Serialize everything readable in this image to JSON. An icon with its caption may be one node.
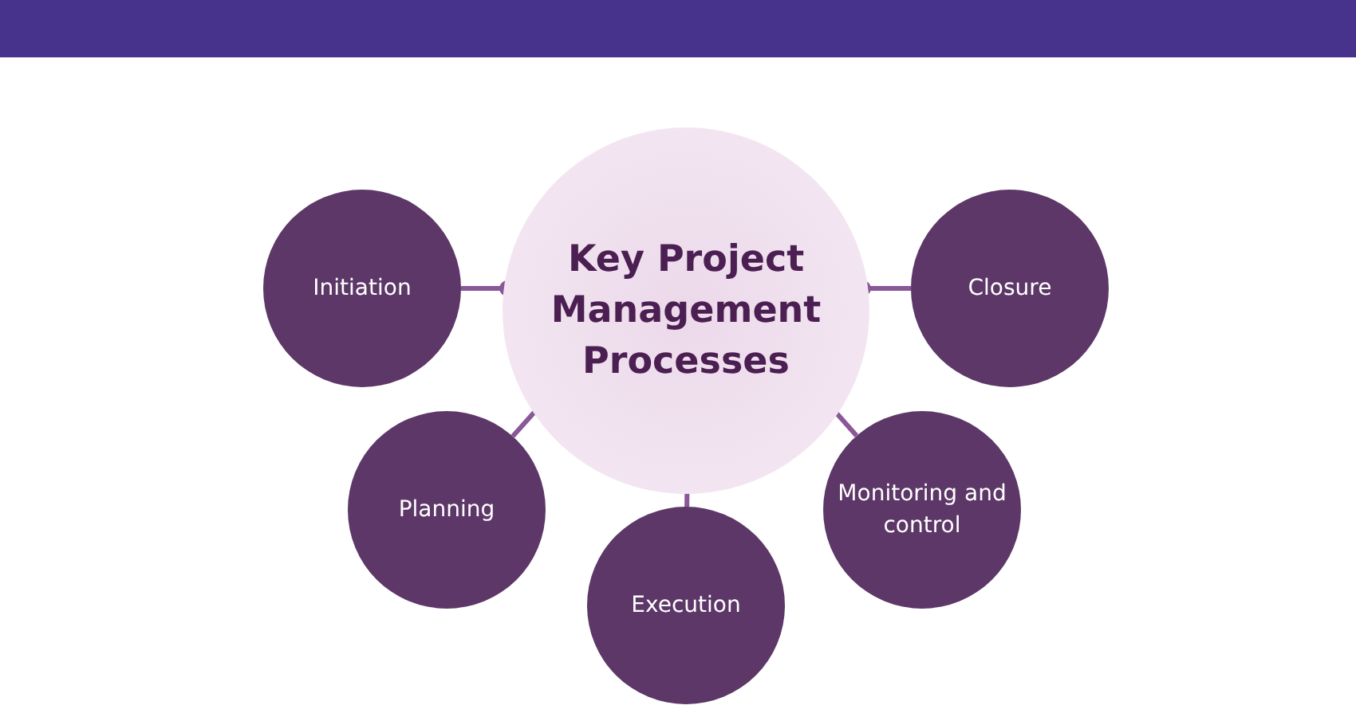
{
  "diagram": {
    "nodes": [
      {
        "text": [
          "Key Project Management Processes"
        ]
      },
      {
        "text": [
          "Initiation"
        ]
      },
      {
        "text": [
          "Planning"
        ]
      },
      {
        "text": [
          "Execution"
        ]
      },
      {
        "text": [
          "Monitoring and control"
        ]
      },
      {
        "text": [
          "Closure"
        ]
      }
    ],
    "edges": [
      {
        "from": 0,
        "to": 1,
        "arrow": "other"
      },
      {
        "from": 0,
        "to": 2,
        "arrow": "other"
      },
      {
        "from": 0,
        "to": 3,
        "arrow": "other"
      },
      {
        "from": 0,
        "to": 4,
        "arrow": "other"
      },
      {
        "from": 0,
        "to": 5,
        "arrow": "other"
      }
    ]
  }
}
